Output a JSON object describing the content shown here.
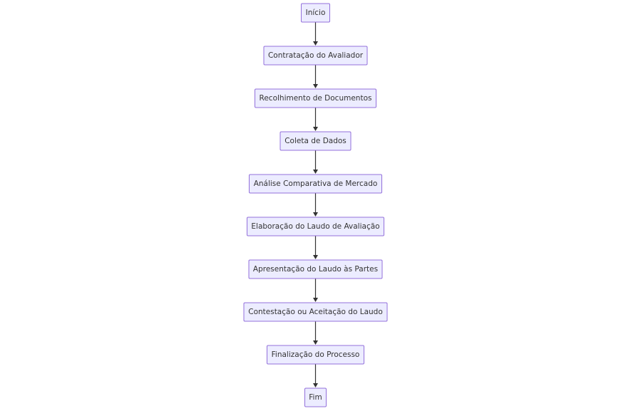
{
  "diagram": {
    "type": "flowchart",
    "direction": "top-down",
    "colors": {
      "node_fill": "#ECECFF",
      "node_border": "#9370DB",
      "edge": "#333333",
      "text": "#333333"
    },
    "nodes": [
      {
        "id": "inicio",
        "label": "Início"
      },
      {
        "id": "contratacao",
        "label": "Contratação do Avaliador"
      },
      {
        "id": "recolhimento",
        "label": "Recolhimento de Documentos"
      },
      {
        "id": "coleta",
        "label": "Coleta de Dados"
      },
      {
        "id": "analise",
        "label": "Análise Comparativa de Mercado"
      },
      {
        "id": "elaboracao",
        "label": "Elaboração do Laudo de Avaliação"
      },
      {
        "id": "apresentacao",
        "label": "Apresentação do Laudo às Partes"
      },
      {
        "id": "contestacao",
        "label": "Contestação ou Aceitação do Laudo"
      },
      {
        "id": "finalizacao",
        "label": "Finalização do Processo"
      },
      {
        "id": "fim",
        "label": "Fim"
      }
    ],
    "edges": [
      {
        "from": "inicio",
        "to": "contratacao"
      },
      {
        "from": "contratacao",
        "to": "recolhimento"
      },
      {
        "from": "recolhimento",
        "to": "coleta"
      },
      {
        "from": "coleta",
        "to": "analise"
      },
      {
        "from": "analise",
        "to": "elaboracao"
      },
      {
        "from": "elaboracao",
        "to": "apresentacao"
      },
      {
        "from": "apresentacao",
        "to": "contestacao"
      },
      {
        "from": "contestacao",
        "to": "finalizacao"
      },
      {
        "from": "finalizacao",
        "to": "fim"
      }
    ]
  }
}
